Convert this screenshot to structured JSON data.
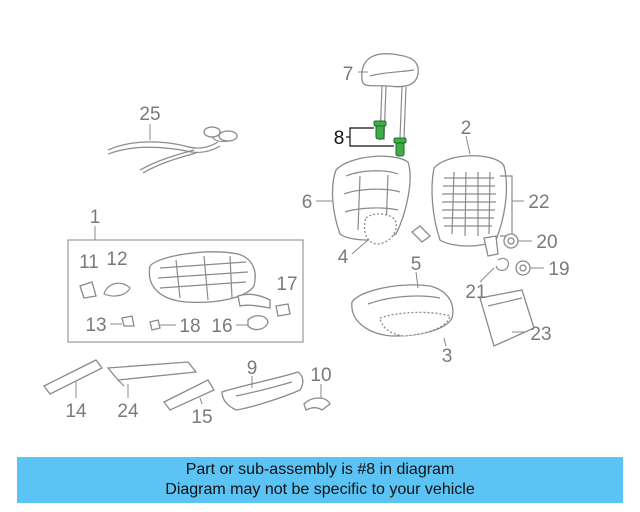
{
  "diagram": {
    "highlight_color": "#3fae49",
    "callouts": [
      {
        "id": "1",
        "label": "1"
      },
      {
        "id": "2",
        "label": "2"
      },
      {
        "id": "3",
        "label": "3"
      },
      {
        "id": "4",
        "label": "4"
      },
      {
        "id": "5",
        "label": "5"
      },
      {
        "id": "6",
        "label": "6"
      },
      {
        "id": "7",
        "label": "7"
      },
      {
        "id": "8",
        "label": "8",
        "highlighted": true
      },
      {
        "id": "9",
        "label": "9"
      },
      {
        "id": "10",
        "label": "10"
      },
      {
        "id": "11",
        "label": "11"
      },
      {
        "id": "12",
        "label": "12"
      },
      {
        "id": "13",
        "label": "13"
      },
      {
        "id": "14",
        "label": "14"
      },
      {
        "id": "15",
        "label": "15"
      },
      {
        "id": "16",
        "label": "16"
      },
      {
        "id": "17",
        "label": "17"
      },
      {
        "id": "18",
        "label": "18"
      },
      {
        "id": "19",
        "label": "19"
      },
      {
        "id": "20",
        "label": "20"
      },
      {
        "id": "21",
        "label": "21"
      },
      {
        "id": "22",
        "label": "22"
      },
      {
        "id": "23",
        "label": "23"
      },
      {
        "id": "24",
        "label": "24"
      },
      {
        "id": "25",
        "label": "25"
      }
    ]
  },
  "banner": {
    "background": "#5bc4f5",
    "line1": "Part or sub-assembly is #8 in diagram",
    "line2": "Diagram may not be specific to your vehicle"
  }
}
